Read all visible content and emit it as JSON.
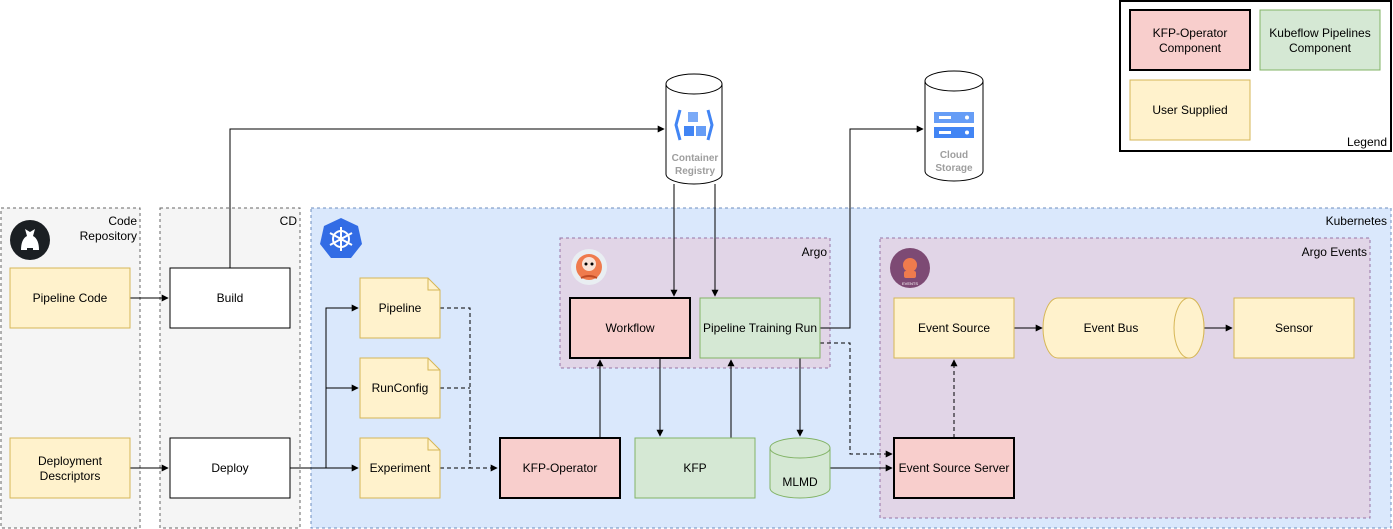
{
  "regions": {
    "code_repository": [
      "Code",
      "Repository"
    ],
    "cd": "CD",
    "kubernetes": "Kubernetes",
    "argo": "Argo",
    "argo_events": "Argo Events"
  },
  "nodes": {
    "pipeline_code": "Pipeline Code",
    "deployment_descriptors": [
      "Deployment",
      "Descriptors"
    ],
    "build": "Build",
    "deploy": "Deploy",
    "pipeline": "Pipeline",
    "runconfig": "RunConfig",
    "experiment": "Experiment",
    "kfp_operator": "KFP-Operator",
    "workflow": "Workflow",
    "kfp": "KFP",
    "pipeline_training_run": "Pipeline Training Run",
    "mlmd": "MLMD",
    "event_source": "Event Source",
    "event_bus": "Event Bus",
    "sensor": "Sensor",
    "event_source_server": "Event Source Server",
    "container_registry": [
      "Container",
      "Registry"
    ],
    "cloud_storage": [
      "Cloud",
      "Storage"
    ]
  },
  "legend": {
    "kfp_operator_component": [
      "KFP-Operator",
      "Component"
    ],
    "kubeflow_pipelines_component": [
      "Kubeflow Pipelines",
      "Component"
    ],
    "user_supplied": "User Supplied",
    "title": "Legend"
  },
  "colors": {
    "kfp_operator": "#f8cecc",
    "kubeflow": "#d5e8d4",
    "user_supplied": "#fff2cc",
    "kubernetes_bg": "#dae8fc",
    "argo_bg": "#e1d5e7",
    "neutral_bg": "#f5f5f5",
    "icon_blue": "#4285f4"
  },
  "icons": [
    "github-icon",
    "kubernetes-icon",
    "argo-icon",
    "argo-events-icon",
    "container-registry-icon",
    "cloud-storage-icon"
  ]
}
